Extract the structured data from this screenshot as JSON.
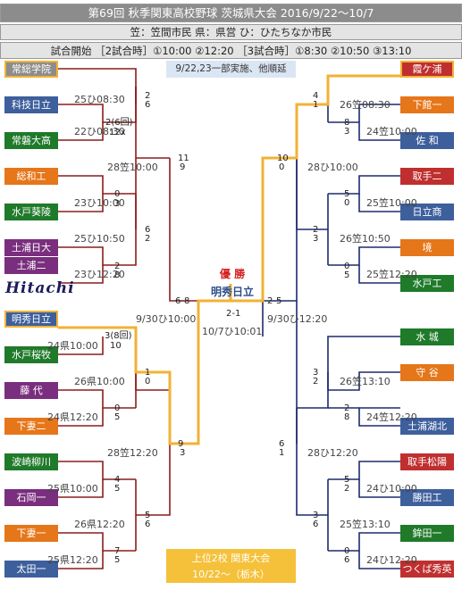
{
  "header": {
    "title": "第69回 秋季関東高校野球 茨城県大会 2016/9/22～10/7",
    "venues": "笠：笠間市民 県：県営 ひ：ひたちなか市民",
    "start_times": "試合開始 ［2試合時］①10:00 ②12:20 ［3試合時］①8:30 ②10:50 ③13:10"
  },
  "note": "9/22,23一部実施、他順延",
  "champion": {
    "label": "優 勝",
    "team": "明秀日立"
  },
  "logo": "Hitachi",
  "footer": {
    "line1": "上位2校 関東大会",
    "line2": "10/22～（栃木）"
  },
  "left_teams": [
    {
      "name": "常総学院",
      "color": "gray",
      "seeded": true
    },
    {
      "name": "科技日立",
      "color": "blue"
    },
    {
      "name": "常磐大高",
      "color": "green"
    },
    {
      "name": "総和工",
      "color": "orange"
    },
    {
      "name": "水戸葵陵",
      "color": "green"
    },
    {
      "name": "土浦日大",
      "color": "purple"
    },
    {
      "name": "土浦二",
      "color": "purple"
    },
    {
      "name": "明秀日立",
      "color": "blue",
      "seeded": true
    },
    {
      "name": "水戸桜牧",
      "color": "green"
    },
    {
      "name": "藤 代",
      "color": "purple"
    },
    {
      "name": "下妻二",
      "color": "orange"
    },
    {
      "name": "波崎柳川",
      "color": "green"
    },
    {
      "name": "石岡一",
      "color": "purple"
    },
    {
      "name": "下妻一",
      "color": "orange"
    },
    {
      "name": "太田一",
      "color": "blue"
    }
  ],
  "right_teams": [
    {
      "name": "霞ケ浦",
      "color": "red",
      "seeded": true
    },
    {
      "name": "下館一",
      "color": "orange"
    },
    {
      "name": "佐 和",
      "color": "blue"
    },
    {
      "name": "取手二",
      "color": "red"
    },
    {
      "name": "日立商",
      "color": "blue"
    },
    {
      "name": "境",
      "color": "orange"
    },
    {
      "name": "水戸工",
      "color": "green"
    },
    {
      "name": "水 城",
      "color": "green"
    },
    {
      "name": "守 谷",
      "color": "orange"
    },
    {
      "name": "土浦湖北",
      "color": "blue"
    },
    {
      "name": "取手松陽",
      "color": "red"
    },
    {
      "name": "勝田工",
      "color": "blue"
    },
    {
      "name": "鉾田一",
      "color": "green"
    },
    {
      "name": "つくば秀英",
      "color": "red"
    }
  ],
  "game_labels": [
    {
      "id": "l1",
      "text": "25ひ08:30"
    },
    {
      "id": "l2",
      "text": "22ひ08:30"
    },
    {
      "id": "l3",
      "text": "28笠10:00"
    },
    {
      "id": "l4",
      "text": "23ひ10:00"
    },
    {
      "id": "l5",
      "text": "25ひ10:50"
    },
    {
      "id": "l6",
      "text": "23ひ12:20"
    },
    {
      "id": "l7",
      "text": "9/30ひ10:00"
    },
    {
      "id": "l8",
      "text": "24県10:00"
    },
    {
      "id": "l9",
      "text": "26県10:00"
    },
    {
      "id": "l10",
      "text": "24県12:20"
    },
    {
      "id": "l11",
      "text": "28笠12:20"
    },
    {
      "id": "l12",
      "text": "25県10:00"
    },
    {
      "id": "l13",
      "text": "26県12:20"
    },
    {
      "id": "l14",
      "text": "25県12:20"
    },
    {
      "id": "r1",
      "text": "26笠08:30"
    },
    {
      "id": "r2",
      "text": "24笠10:00"
    },
    {
      "id": "r3",
      "text": "28ひ10:00"
    },
    {
      "id": "r4",
      "text": "25笠10:00"
    },
    {
      "id": "r5",
      "text": "26笠10:50"
    },
    {
      "id": "r6",
      "text": "25笠12:20"
    },
    {
      "id": "r7",
      "text": "9/30ひ12:20"
    },
    {
      "id": "r8",
      "text": "26笠13:10"
    },
    {
      "id": "r9",
      "text": "24笠12:20"
    },
    {
      "id": "r10",
      "text": "28ひ12:20"
    },
    {
      "id": "r11",
      "text": "24ひ10:00"
    },
    {
      "id": "r12",
      "text": "25笠13:10"
    },
    {
      "id": "r13",
      "text": "24ひ12:20"
    },
    {
      "id": "final",
      "text": "10/7ひ10:01"
    }
  ],
  "scores": [
    {
      "id": "s1",
      "text": "2"
    },
    {
      "id": "s2",
      "text": "6"
    },
    {
      "id": "s3",
      "text": "2(6回)"
    },
    {
      "id": "s4",
      "text": "12x"
    },
    {
      "id": "s5",
      "text": "11"
    },
    {
      "id": "s6",
      "text": "9"
    },
    {
      "id": "s7",
      "text": "0"
    },
    {
      "id": "s8",
      "text": "3"
    },
    {
      "id": "s9",
      "text": "6"
    },
    {
      "id": "s10",
      "text": "2"
    },
    {
      "id": "s11",
      "text": "2"
    },
    {
      "id": "s12",
      "text": "8"
    },
    {
      "id": "s13",
      "text": "6-8"
    },
    {
      "id": "s14",
      "text": "3(8回)"
    },
    {
      "id": "s15",
      "text": "10"
    },
    {
      "id": "s16",
      "text": "1"
    },
    {
      "id": "s17",
      "text": "0"
    },
    {
      "id": "s18",
      "text": "0"
    },
    {
      "id": "s19",
      "text": "5"
    },
    {
      "id": "s20",
      "text": "9"
    },
    {
      "id": "s21",
      "text": "3"
    },
    {
      "id": "s22",
      "text": "4"
    },
    {
      "id": "s23",
      "text": "5"
    },
    {
      "id": "s24",
      "text": "5"
    },
    {
      "id": "s25",
      "text": "6"
    },
    {
      "id": "s26",
      "text": "7"
    },
    {
      "id": "s27",
      "text": "5"
    },
    {
      "id": "s28",
      "text": "2-1"
    },
    {
      "id": "t1",
      "text": "4"
    },
    {
      "id": "t2",
      "text": "1"
    },
    {
      "id": "t3",
      "text": "8"
    },
    {
      "id": "t4",
      "text": "3"
    },
    {
      "id": "t5",
      "text": "10"
    },
    {
      "id": "t6",
      "text": "0"
    },
    {
      "id": "t7",
      "text": "5"
    },
    {
      "id": "t8",
      "text": "0"
    },
    {
      "id": "t9",
      "text": "2"
    },
    {
      "id": "t10",
      "text": "3"
    },
    {
      "id": "t11",
      "text": "0"
    },
    {
      "id": "t12",
      "text": "5"
    },
    {
      "id": "t13",
      "text": "2-5"
    },
    {
      "id": "t14",
      "text": "3"
    },
    {
      "id": "t15",
      "text": "2"
    },
    {
      "id": "t16",
      "text": "2"
    },
    {
      "id": "t17",
      "text": "8"
    },
    {
      "id": "t18",
      "text": "6"
    },
    {
      "id": "t19",
      "text": "1"
    },
    {
      "id": "t20",
      "text": "5"
    },
    {
      "id": "t21",
      "text": "2"
    },
    {
      "id": "t22",
      "text": "3"
    },
    {
      "id": "t23",
      "text": "6"
    },
    {
      "id": "t24",
      "text": "0"
    },
    {
      "id": "t25",
      "text": "6"
    }
  ],
  "colors": {
    "gray": "#8c8c8c",
    "blue": "#3d5f9c",
    "green": "#1f7a2a",
    "purple": "#7a2e7e",
    "orange": "#e6761a",
    "red": "#c02f2f",
    "winner_path": "#f2b233",
    "bracket_left": "#8a1d1d",
    "bracket_right": "#1e2a6e"
  }
}
